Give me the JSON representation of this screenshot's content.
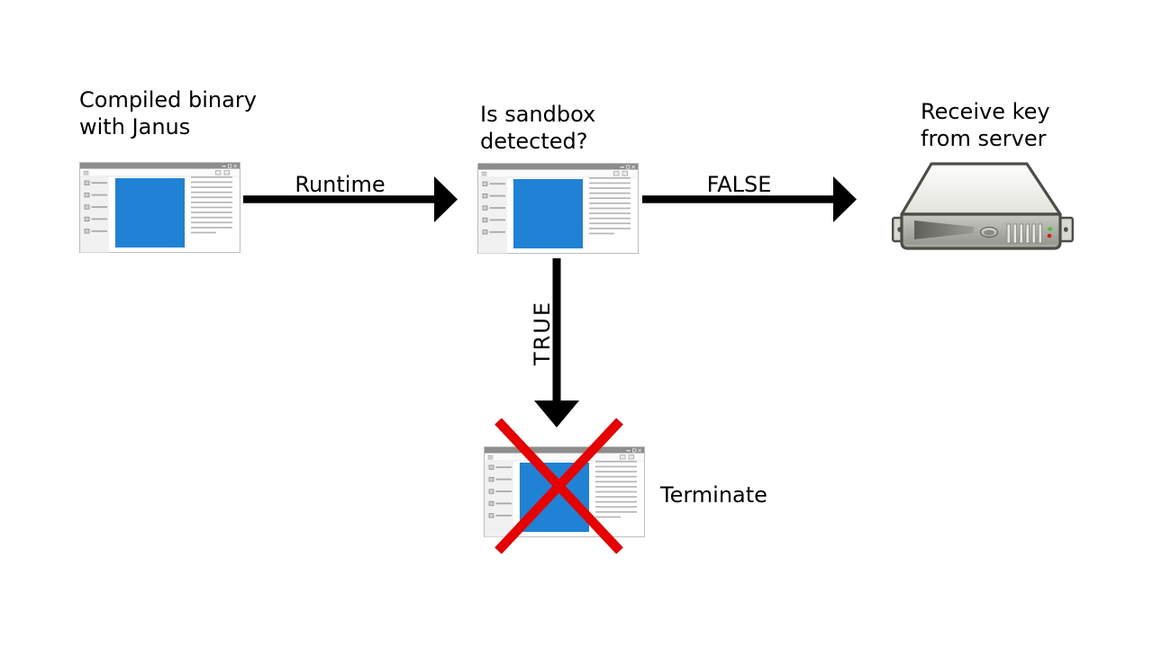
{
  "nodes": {
    "compiled_binary": {
      "label": [
        "Compiled binary",
        "with Janus"
      ],
      "icon": "app-window"
    },
    "sandbox_check": {
      "label": [
        "Is sandbox",
        "detected?"
      ],
      "icon": "app-window"
    },
    "receive_key": {
      "label": [
        "Receive key",
        "from server"
      ],
      "icon": "server"
    },
    "terminate": {
      "label": "Terminate",
      "icon": "app-window-crossed"
    }
  },
  "edges": {
    "runtime": {
      "label": "Runtime",
      "from": "compiled_binary",
      "to": "sandbox_check",
      "direction": "right"
    },
    "false_branch": {
      "label": "FALSE",
      "from": "sandbox_check",
      "to": "receive_key",
      "direction": "right"
    },
    "true_branch": {
      "label": "TRUE",
      "from": "sandbox_check",
      "to": "terminate",
      "direction": "down"
    }
  },
  "colors": {
    "arrow": "#000000",
    "text": "#000000",
    "cross_red": "#e80000",
    "window_titlebar": "#8d8d8d",
    "window_border": "#bcbcbc",
    "window_sidebar": "#f1f1f1",
    "window_content_blue": "#2082d5",
    "window_text_line": "#b6b6b6",
    "server_outline": "#4c4c48",
    "server_top": "#f4f4f0",
    "server_front": "#b0b0aa",
    "led_green": "#43c62c",
    "led_red": "#cc2218"
  }
}
